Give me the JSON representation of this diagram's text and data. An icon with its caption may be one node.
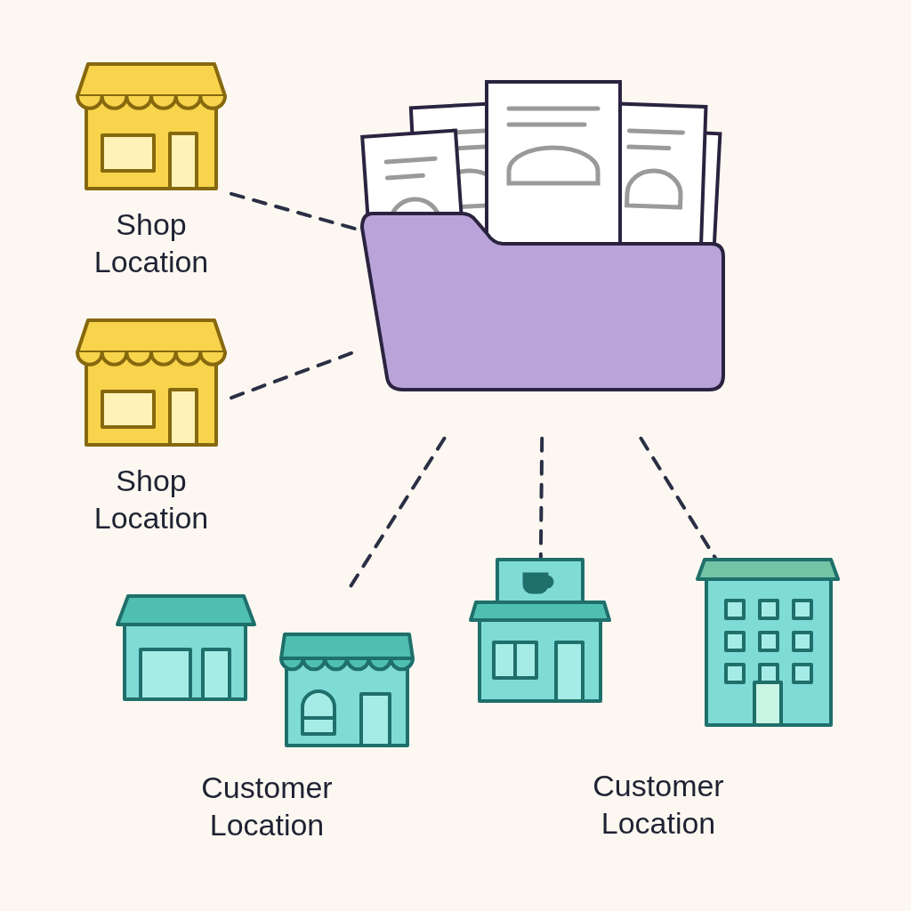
{
  "diagram": {
    "nodes": [
      {
        "text": [
          "Shop Location"
        ]
      },
      {
        "text": [
          "Shop Location"
        ]
      },
      {
        "text": [],
        "shape": "folder"
      },
      {
        "text": [
          "Customer Location"
        ]
      },
      {
        "text": [],
        "shape": "building"
      },
      {
        "text": [],
        "shape": "building"
      }
    ],
    "edges": [
      {
        "from": 0,
        "to": 2,
        "arrow": "none",
        "style": "dashed"
      },
      {
        "from": 1,
        "to": 2,
        "arrow": "none",
        "style": "dashed"
      },
      {
        "from": 2,
        "to": 3,
        "arrow": "none",
        "style": "dashed"
      },
      {
        "from": 2,
        "to": 4,
        "arrow": "none",
        "style": "dashed"
      },
      {
        "from": 2,
        "to": 5,
        "arrow": "none",
        "style": "dashed"
      }
    ],
    "labels": [
      "Customer Location"
    ]
  }
}
